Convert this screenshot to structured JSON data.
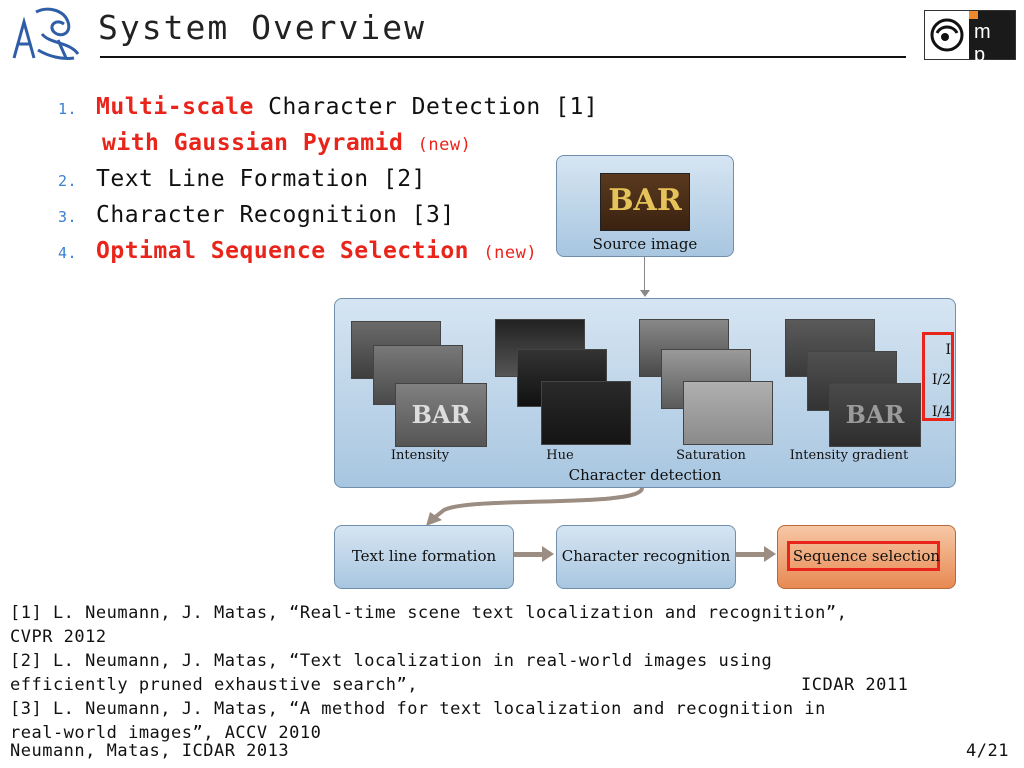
{
  "header": {
    "title": "System Overview",
    "logo_text": "m p"
  },
  "pipeline_list": [
    {
      "num": "1.",
      "highlight": "Multi-scale",
      "rest": " Character Detection [1]"
    },
    {
      "num": "",
      "highlight": "with Gaussian Pyramid",
      "rest": "",
      "note": "(new)"
    },
    {
      "num": "2.",
      "highlight": "",
      "rest": "Text Line Formation [2]"
    },
    {
      "num": "3.",
      "highlight": "",
      "rest": "Character Recognition [3]"
    },
    {
      "num": "4.",
      "highlight": "Optimal Sequence Selection",
      "rest": "",
      "note": "(new)"
    }
  ],
  "diagram": {
    "source_word": "BAR",
    "source_label": "Source image",
    "channels": [
      "Intensity",
      "Hue",
      "Saturation",
      "Intensity gradient"
    ],
    "detection_label": "Character detection",
    "scales": [
      "I",
      "I/2",
      "I/4"
    ],
    "stages": [
      "Text line formation",
      "Character recognition",
      "Sequence selection"
    ]
  },
  "references": [
    "[1] L. Neumann, J. Matas, “Real-time scene text localization and recognition”,",
    "CVPR 2012",
    "[2] L. Neumann, J. Matas, “Text localization in real-world images using",
    "efficiently pruned exhaustive search”,",
    "ICDAR 2011",
    "[3] L. Neumann, J. Matas, “A method for text localization and recognition in",
    "real-world images”, ACCV 2010"
  ],
  "footer": {
    "authors": "Neumann, Matas, ICDAR 2013",
    "page": "4/21"
  },
  "colors": {
    "accent_red": "#e8241b",
    "number_blue": "#3a7fd0",
    "box_blue": "#b7d1e8",
    "box_orange": "#ef9a64"
  }
}
